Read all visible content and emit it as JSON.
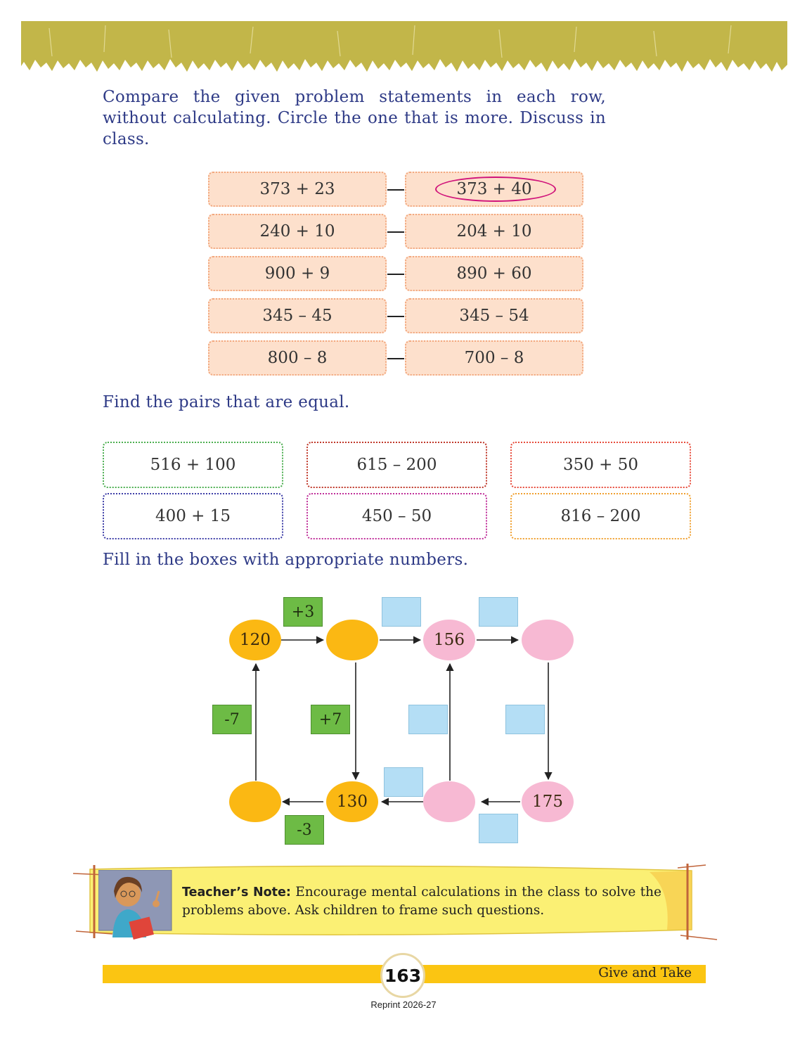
{
  "instructions": {
    "compare": "Compare the given problem statements in each row, without calculating. Circle the one that is more. Discuss in class.",
    "pairs": "Find the pairs that are equal.",
    "fill": "Fill in the boxes with appropriate numbers."
  },
  "compare_rows": [
    {
      "left": "373 + 23",
      "right": "373 + 40"
    },
    {
      "left": "240 + 10",
      "right": "204 + 10"
    },
    {
      "left": "900 + 9",
      "right": "890 + 60"
    },
    {
      "left": "345 – 45",
      "right": "345 – 54"
    },
    {
      "left": "800 – 8",
      "right": "700 – 8"
    }
  ],
  "equal_pairs": [
    {
      "text": "516 + 100",
      "color": "#4caf50"
    },
    {
      "text": "615 – 200",
      "color": "#c0392b"
    },
    {
      "text": "350 + 50",
      "color": "#e74c3c"
    },
    {
      "text": "400 + 15",
      "color": "#3f3fa8"
    },
    {
      "text": "450 – 50",
      "color": "#c0309a"
    },
    {
      "text": "816 – 200",
      "color": "#f0a030"
    }
  ],
  "puzzle": {
    "nodes": {
      "top1": "120",
      "top2": "",
      "top3": "156",
      "top4": "",
      "bottom1": "",
      "bottom2": "130",
      "bottom3": "",
      "bottom4": "175"
    },
    "operations": {
      "top1_to_top2": "+3",
      "left_up": "-7",
      "top2_down": "+7",
      "bottom_left": "-3"
    }
  },
  "teacher_note": {
    "label": "Teacher’s Note:",
    "text": "Encourage mental calculations in the class to solve the problems above. Ask children to frame such questions."
  },
  "footer": {
    "page_number": "163",
    "chapter": "Give and Take",
    "reprint": "Reprint 2026-27"
  }
}
